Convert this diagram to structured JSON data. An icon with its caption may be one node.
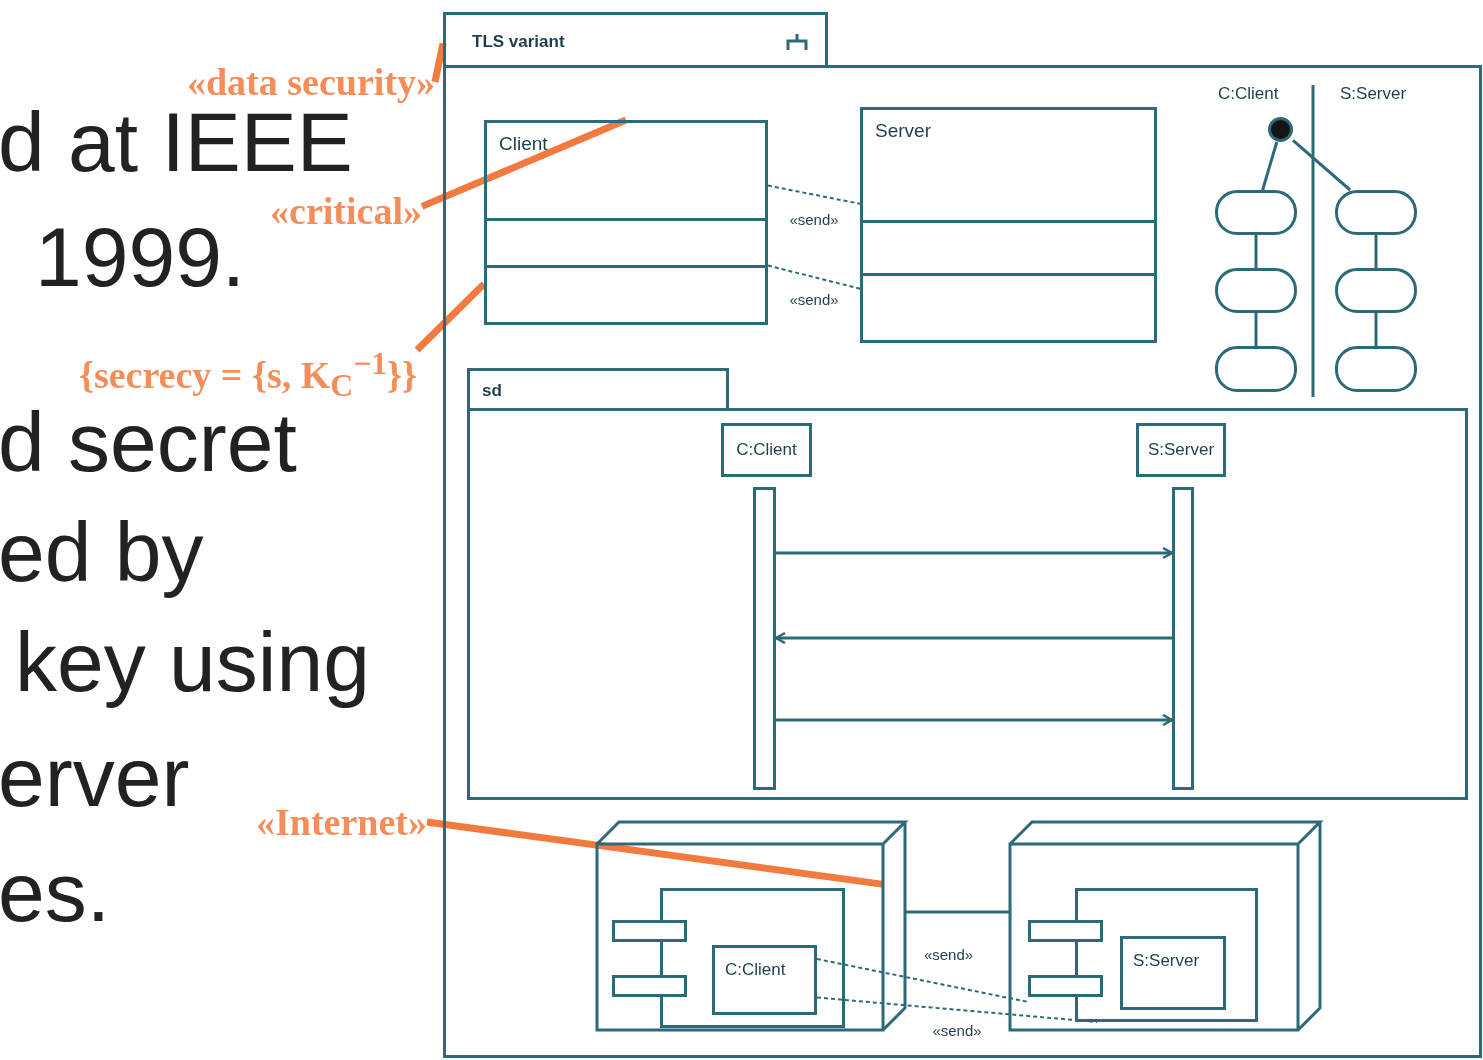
{
  "diagram": {
    "nodes": [
      {
        "text": [
          "TLS variant"
        ]
      },
      {
        "text": [
          "Client"
        ],
        "in": 0
      },
      {
        "text": [
          "Server"
        ],
        "in": 0
      },
      {
        "text": [],
        "shape": "circle",
        "in": 0
      },
      {
        "text": [],
        "shape": "box",
        "in": 0
      },
      {
        "text": [],
        "shape": "box",
        "in": 0
      },
      {
        "text": [],
        "shape": "box",
        "in": 0
      },
      {
        "text": [],
        "shape": "box",
        "in": 0
      },
      {
        "text": [],
        "shape": "box",
        "in": 0
      },
      {
        "text": [],
        "shape": "box",
        "in": 0
      },
      {
        "text": [
          "sd"
        ],
        "in": 0
      },
      {
        "text": [
          "C:Client"
        ],
        "in": 10
      },
      {
        "text": [
          "S:Server"
        ],
        "in": 10
      },
      {
        "text": [],
        "shape": "bar",
        "in": 10
      },
      {
        "text": [],
        "shape": "bar",
        "in": 10
      },
      {
        "text": [],
        "shape": "box",
        "in": 0
      },
      {
        "text": [],
        "shape": "box",
        "in": 15
      },
      {
        "text": [
          "C:Client"
        ],
        "in": 16
      },
      {
        "text": [],
        "shape": "box",
        "in": 0
      },
      {
        "text": [],
        "shape": "box",
        "in": 18
      },
      {
        "text": [
          "S:Server"
        ],
        "in": 19
      },
      {
        "text": [
          "«data security»"
        ]
      },
      {
        "text": [
          "«critical»"
        ]
      },
      {
        "text": [
          "{secrecy = {s, K$_{C}$$^{−1}$}}"
        ]
      },
      {
        "text": [
          "«Internet»"
        ]
      }
    ],
    "edges": [
      {
        "from": 21,
        "to": 0,
        "arrow": "none",
        "style": "thick",
        "color": "#f27a3e"
      },
      {
        "from": 22,
        "to": 1,
        "arrow": "none",
        "style": "thick",
        "color": "#f27a3e"
      },
      {
        "from": 23,
        "to": 1,
        "arrow": "none",
        "style": "thick",
        "color": "#f27a3e"
      },
      {
        "from": 24,
        "to": 15,
        "arrow": "none",
        "style": "thick",
        "color": "#f27a3e"
      },
      {
        "from": 1,
        "to": 2,
        "arrow": "none",
        "style": "dashed",
        "label": "«send»"
      },
      {
        "from": 1,
        "to": 2,
        "arrow": "none",
        "style": "dashed",
        "label": "«send»"
      },
      {
        "from": 3,
        "to": 4,
        "arrow": "none"
      },
      {
        "from": 3,
        "to": 7,
        "arrow": "none"
      },
      {
        "from": 4,
        "to": 5,
        "arrow": "none"
      },
      {
        "from": 5,
        "to": 6,
        "arrow": "none"
      },
      {
        "from": 7,
        "to": 8,
        "arrow": "none"
      },
      {
        "from": 8,
        "to": 9,
        "arrow": "none"
      },
      {
        "from": 13,
        "to": 14,
        "arrow": "to"
      },
      {
        "from": 14,
        "to": 13,
        "arrow": "to"
      },
      {
        "from": 13,
        "to": 14,
        "arrow": "to"
      },
      {
        "from": 15,
        "to": 18,
        "arrow": "none"
      },
      {
        "from": 17,
        "to": 19,
        "arrow": "none",
        "style": "dashed",
        "label": "«send»"
      },
      {
        "from": 17,
        "to": 19,
        "arrow": "none",
        "style": "dashed",
        "label": "«send»"
      }
    ],
    "labels": [
      "d at IEEE",
      "1999.",
      "d secret",
      "ed by",
      "key using",
      "erver",
      "es.",
      "C:Client",
      "S:Server"
    ]
  }
}
